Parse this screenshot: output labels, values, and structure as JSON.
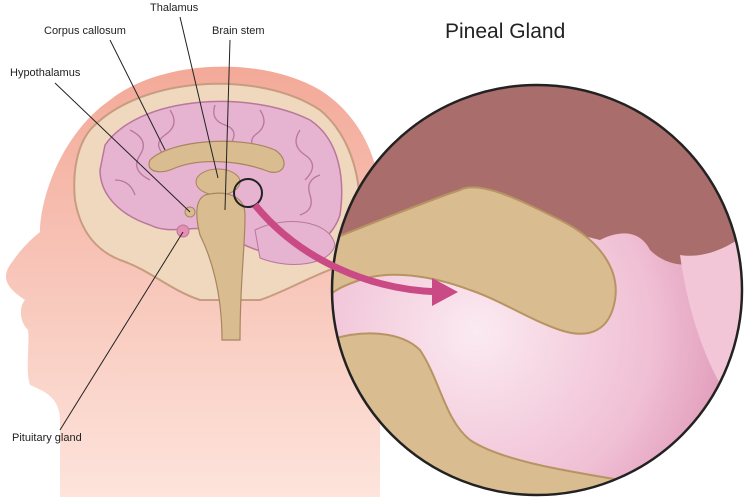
{
  "title": "Pineal Gland",
  "labels": {
    "thalamus": "Thalamus",
    "corpus_callosum": "Corpus callosum",
    "brain_stem": "Brain stem",
    "hypothalamus": "Hypothalamus",
    "pituitary_gland": "Pituitary gland"
  },
  "colors": {
    "skin": "#f6c3b4",
    "brain": "#e6b3d0",
    "tissue": "#d9bc8f",
    "dark": "#a96d6c",
    "arrow": "#c94a85"
  }
}
